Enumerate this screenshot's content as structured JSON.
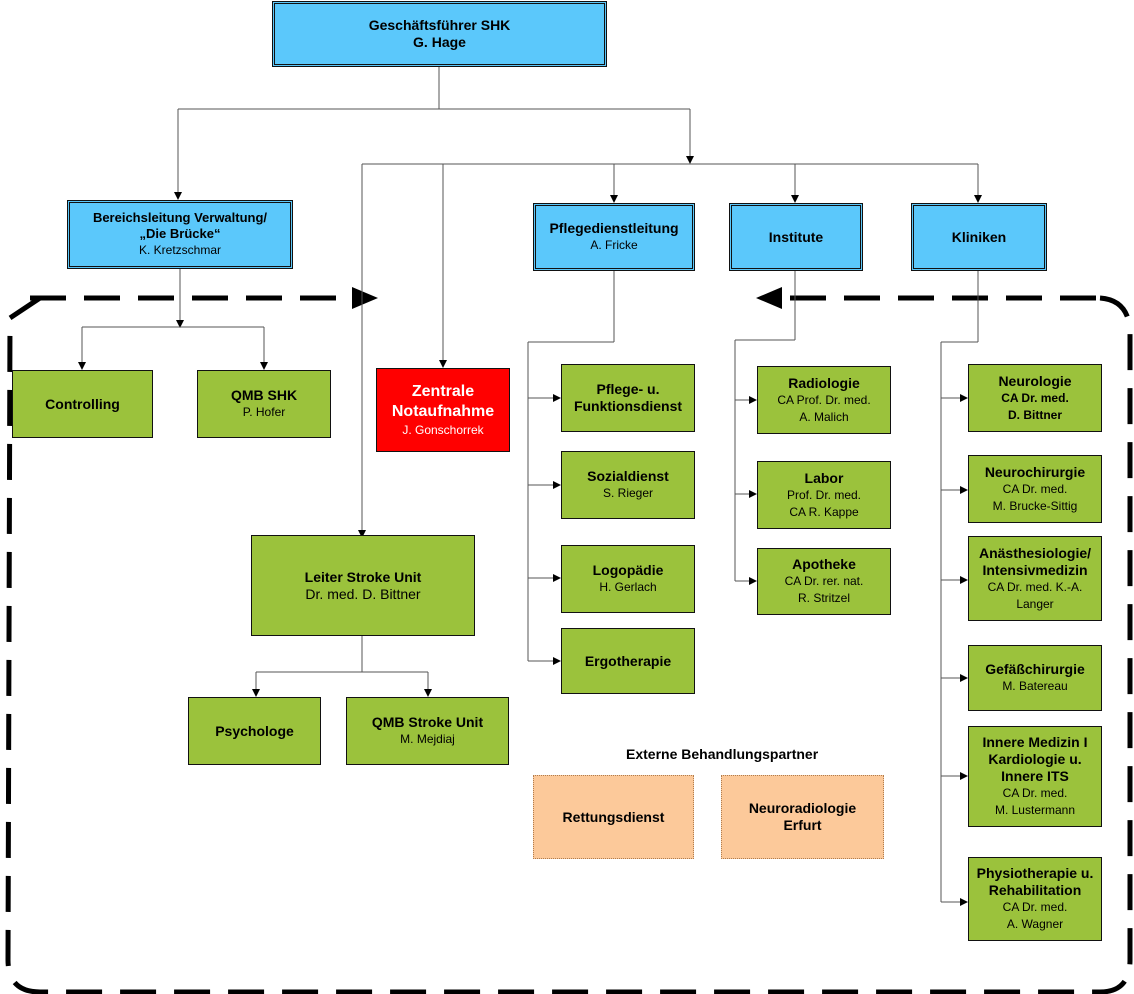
{
  "ceo": {
    "title": "Geschäftsführer SHK",
    "name": "G. Hage"
  },
  "verwaltung": {
    "title_line1": "Bereichsleitung Verwaltung/",
    "title_line2": "„Die Brücke“",
    "name": "K. Kretzschmar"
  },
  "pflegedienstleitung": {
    "title": "Pflegedienstleitung",
    "name": "A. Fricke"
  },
  "institute": {
    "title": "Institute"
  },
  "kliniken": {
    "title": "Kliniken"
  },
  "controlling": {
    "title": "Controlling"
  },
  "qmb_shk": {
    "title": "QMB SHK",
    "name": "P. Hofer"
  },
  "notaufnahme": {
    "title_line1": "Zentrale",
    "title_line2": "Notaufnahme",
    "name": "J. Gonschorrek"
  },
  "stroke_unit": {
    "title": "Leiter Stroke Unit",
    "name": "Dr. med. D. Bittner"
  },
  "psychologe": {
    "title": "Psychologe"
  },
  "qmb_stroke": {
    "title": "QMB Stroke Unit",
    "name": "M. Mejdiaj"
  },
  "pflege": {
    "title_line1": "Pflege- u.",
    "title_line2": "Funktionsdienst"
  },
  "sozialdienst": {
    "title": "Sozialdienst",
    "name": "S. Rieger"
  },
  "logopaedie": {
    "title": "Logopädie",
    "name": "H. Gerlach"
  },
  "ergotherapie": {
    "title": "Ergotherapie"
  },
  "radiologie": {
    "title": "Radiologie",
    "line1": "CA Prof. Dr. med.",
    "line2": "A. Malich"
  },
  "labor": {
    "title": "Labor",
    "line1": "Prof. Dr. med.",
    "line2": "CA R. Kappe"
  },
  "apotheke": {
    "title": "Apotheke",
    "line1": "CA Dr. rer. nat.",
    "line2": "R. Stritzel"
  },
  "neurologie": {
    "title": "Neurologie",
    "line1": "CA Dr. med.",
    "line2": "D. Bittner"
  },
  "neurochirurgie": {
    "title": "Neurochirurgie",
    "line1": "CA Dr. med.",
    "line2": "M. Brucke-Sittig"
  },
  "anaesthesie": {
    "title_line1": "Anästhesiologie/",
    "title_line2": "Intensivmedizin",
    "line1": "CA Dr. med. K.-A.",
    "line2": "Langer"
  },
  "gefaess": {
    "title": "Gefäßchirurgie",
    "name": "M. Batereau"
  },
  "innere": {
    "title_line1": "Innere Medizin I",
    "title_line2": "Kardiologie u.",
    "title_line3": "Innere ITS",
    "line1": "CA Dr. med.",
    "line2": "M. Lustermann"
  },
  "physio": {
    "title_line1": "Physiotherapie u.",
    "title_line2": "Rehabilitation",
    "line1": "CA Dr. med.",
    "line2": "A. Wagner"
  },
  "extern": {
    "heading": "Externe Behandlungspartner",
    "rettung": "Rettungsdienst",
    "neuroradio_line1": "Neuroradiologie",
    "neuroradio_line2": "Erfurt"
  },
  "colors": {
    "blue_box": "#5bc8fb",
    "green_box": "#9bc23c",
    "red_box": "#ff0000",
    "peach_box": "#fcc99a"
  }
}
